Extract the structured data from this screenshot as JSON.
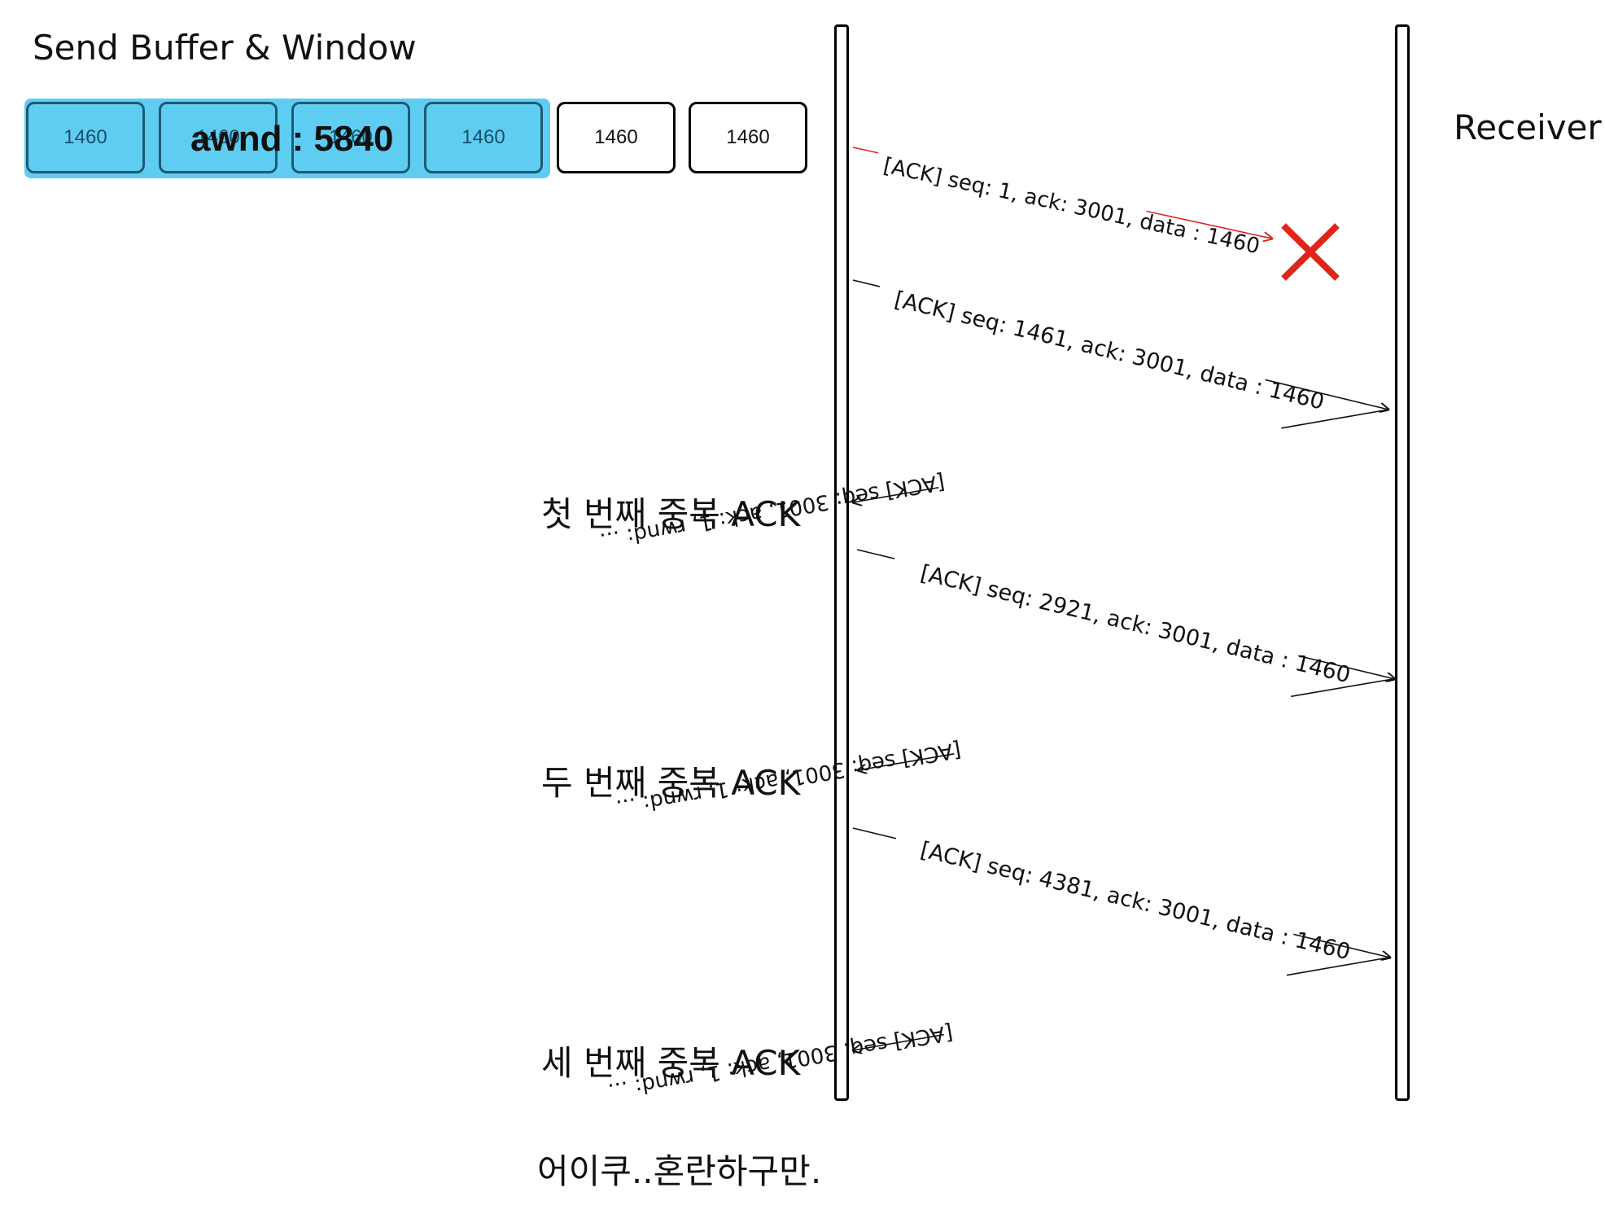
{
  "title": "Send Buffer & Window",
  "receiver_label": "Receiver",
  "window_label": "awnd : 5840",
  "segments": [
    {
      "label": "1460",
      "in_window": true
    },
    {
      "label": "1460",
      "in_window": true
    },
    {
      "label": "1460",
      "in_window": true
    },
    {
      "label": "1460",
      "in_window": true
    },
    {
      "label": "1460",
      "in_window": false
    },
    {
      "label": "1460",
      "in_window": false
    }
  ],
  "messages": [
    {
      "label": "[ACK] seq: 1, ack: 3001, data : 1460",
      "direction": "to-receiver",
      "lost": true,
      "color": "#e0241b"
    },
    {
      "label": "[ACK] seq: 1461, ack: 3001, data : 1460",
      "direction": "to-receiver",
      "lost": false,
      "color": "#111111"
    },
    {
      "label": "[ACK] seq: 3001, ack: 1, rwnd: ...",
      "direction": "to-sender",
      "lost": false,
      "color": "#111111"
    },
    {
      "label": "[ACK] seq: 2921, ack: 3001, data : 1460",
      "direction": "to-receiver",
      "lost": false,
      "color": "#111111"
    },
    {
      "label": "[ACK] seq: 3001, ack: 1, rwnd: ...",
      "direction": "to-sender",
      "lost": false,
      "color": "#111111"
    },
    {
      "label": "[ACK] seq: 4381, ack: 3001, data : 1460",
      "direction": "to-receiver",
      "lost": false,
      "color": "#111111"
    },
    {
      "label": "[ACK] seq: 3001, ack: 1, rwnd: ...",
      "direction": "to-sender",
      "lost": false,
      "color": "#111111"
    }
  ],
  "duplicate_ack_labels": [
    "첫 번째 중복 ACK",
    "두 번째 중복 ACK",
    "세 번째 중복 ACK"
  ],
  "loss_marker": {
    "icon": "x-icon",
    "color": "#e0241b"
  },
  "footer": "어이쿠..혼란하구만."
}
